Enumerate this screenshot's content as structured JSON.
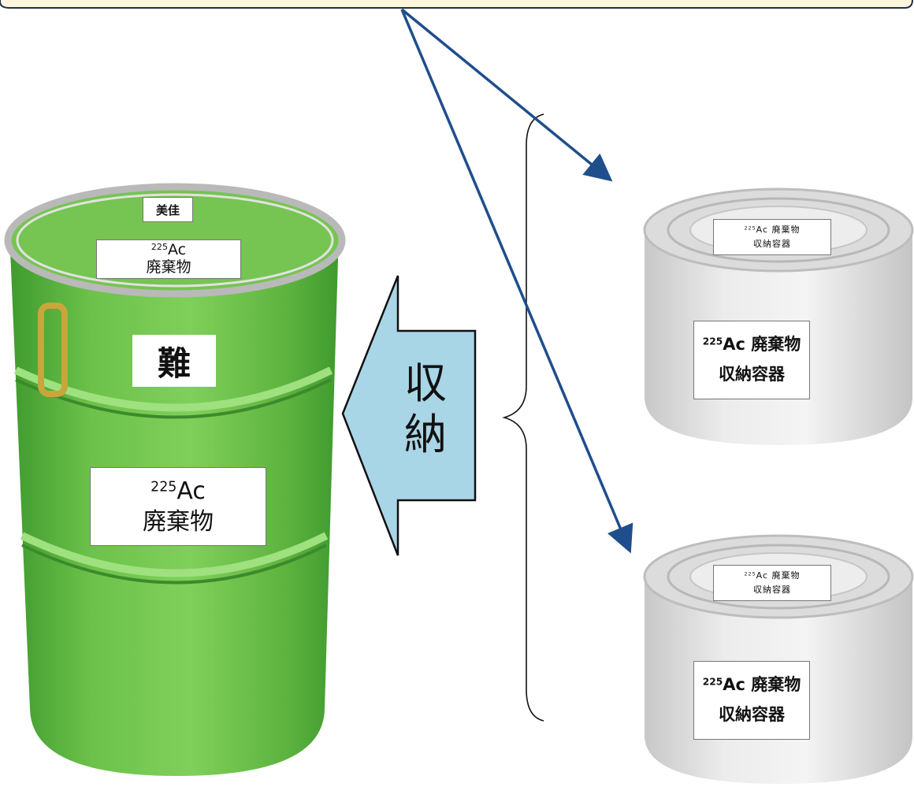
{
  "colors": {
    "drum_green": "#6cc24a",
    "drum_green_dark": "#3f9a2e",
    "arrow_fill": "#a9d6e6",
    "pointer_arrow": "#1f4e8c",
    "callout_border": "#1f2f4a",
    "callout_fill": "#fdf5dc",
    "can_gray": "#d8d8d8"
  },
  "drum": {
    "top_label": "美佳",
    "lid_label": {
      "sup": "225",
      "iso": "Ac",
      "line2": "廃棄物"
    },
    "hazard_label": "難",
    "main_label": {
      "sup": "225",
      "iso": "Ac",
      "line2": "廃棄物"
    }
  },
  "storage_arrow": {
    "line1": "収",
    "line2": "納"
  },
  "cans": [
    {
      "top_label": {
        "sup": "225",
        "line1_rest": "Ac 廃棄物",
        "line2": "収納容器"
      },
      "main_label": {
        "sup": "225",
        "line1_rest": "Ac 廃棄物",
        "line2": "収納容器"
      }
    },
    {
      "top_label": {
        "sup": "225",
        "line1_rest": "Ac 廃棄物",
        "line2": "収納容器"
      },
      "main_label": {
        "sup": "225",
        "line1_rest": "Ac 廃棄物",
        "line2": "収納容器"
      }
    }
  ]
}
